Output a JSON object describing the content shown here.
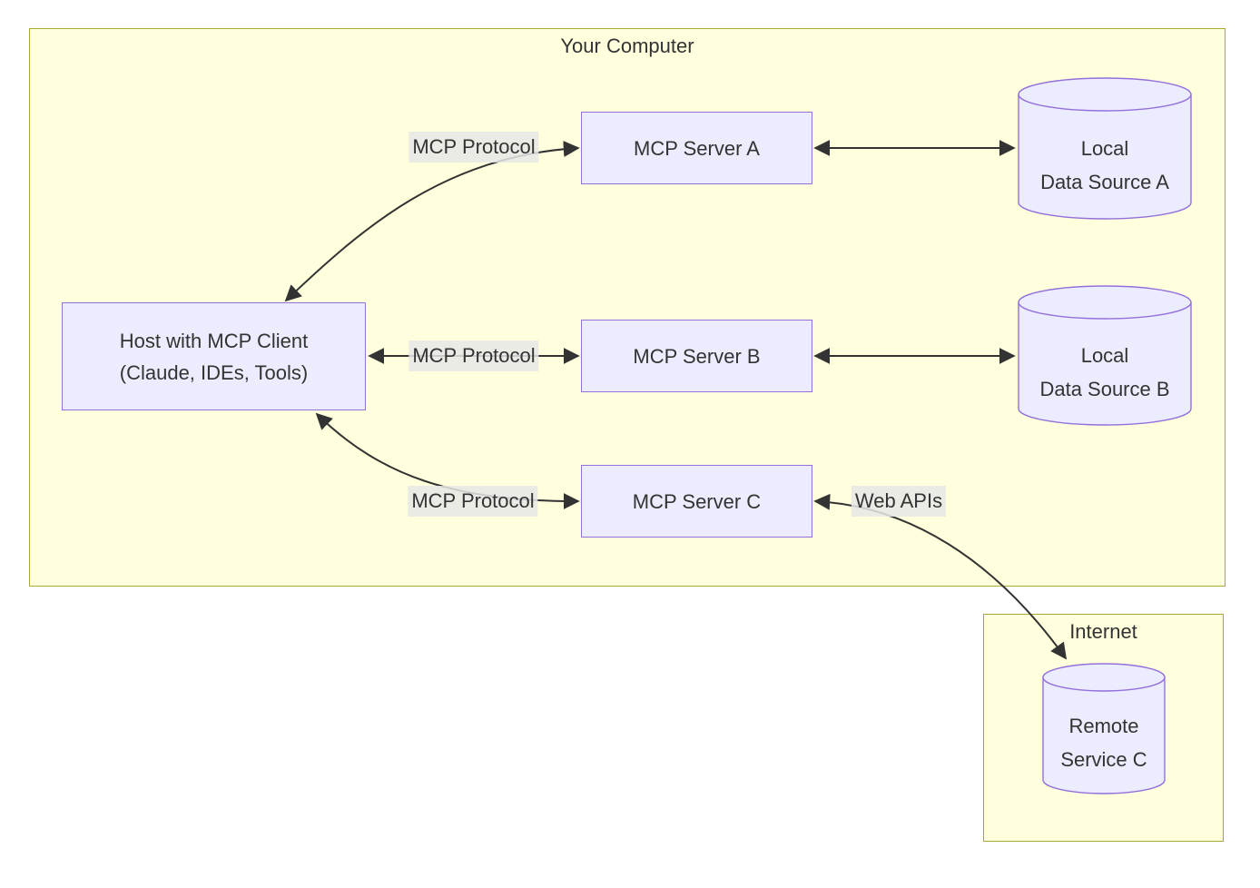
{
  "diagram": {
    "type": "flowchart",
    "colors": {
      "background": "#ffffff",
      "cluster_fill": "#ffffde",
      "cluster_border": "#aaaa33",
      "node_fill": "#ECECFF",
      "node_border": "#9370DB",
      "edge_color": "#333333",
      "edge_label_bg": "#e8e8e8",
      "text_color": "#333333"
    },
    "clusters": {
      "your_computer": {
        "title": "Your Computer"
      },
      "internet": {
        "title": "Internet"
      }
    },
    "nodes": {
      "host": {
        "lines": [
          "Host with MCP Client",
          "(Claude, IDEs, Tools)"
        ],
        "shape": "rect"
      },
      "server_a": {
        "label": "MCP Server A",
        "shape": "rect"
      },
      "server_b": {
        "label": "MCP Server B",
        "shape": "rect"
      },
      "server_c": {
        "label": "MCP Server C",
        "shape": "rect"
      },
      "data_source_a": {
        "lines": [
          "Local",
          "Data Source A"
        ],
        "shape": "cylinder"
      },
      "data_source_b": {
        "lines": [
          "Local",
          "Data Source B"
        ],
        "shape": "cylinder"
      },
      "remote_service_c": {
        "lines": [
          "Remote",
          "Service C"
        ],
        "shape": "cylinder"
      }
    },
    "edge_labels": {
      "protocol_a": "MCP Protocol",
      "protocol_b": "MCP Protocol",
      "protocol_c": "MCP Protocol",
      "web_apis": "Web APIs"
    },
    "edges": [
      {
        "from": "host",
        "to": "server_a",
        "label": "MCP Protocol",
        "bidirectional": true
      },
      {
        "from": "host",
        "to": "server_b",
        "label": "MCP Protocol",
        "bidirectional": true
      },
      {
        "from": "host",
        "to": "server_c",
        "label": "MCP Protocol",
        "bidirectional": true
      },
      {
        "from": "server_a",
        "to": "data_source_a",
        "label": "",
        "bidirectional": true
      },
      {
        "from": "server_b",
        "to": "data_source_b",
        "label": "",
        "bidirectional": true
      },
      {
        "from": "server_c",
        "to": "remote_service_c",
        "label": "Web APIs",
        "bidirectional": true
      }
    ]
  }
}
